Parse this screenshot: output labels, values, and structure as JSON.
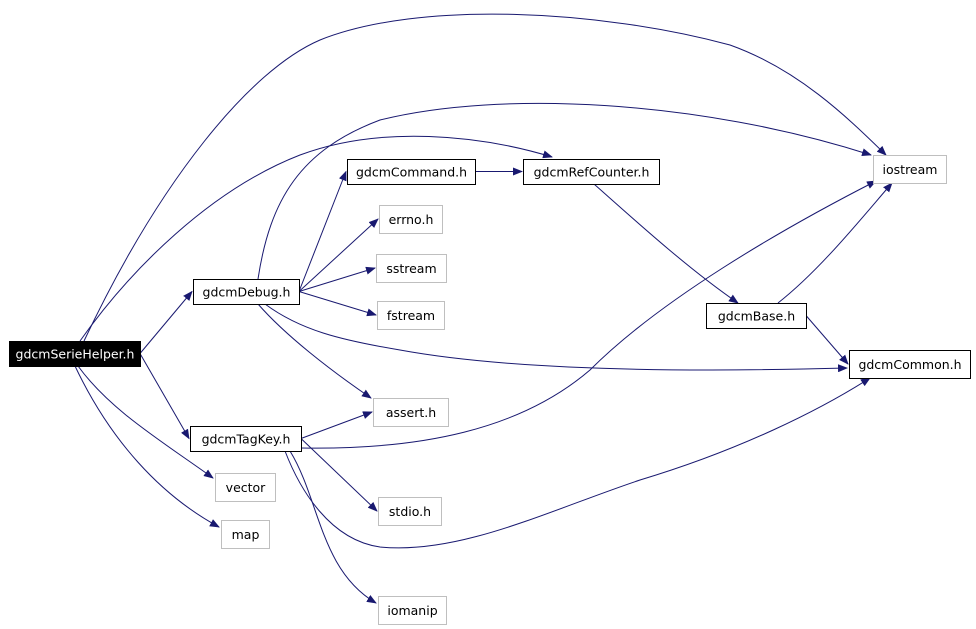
{
  "graph": {
    "edge_color": "#191970",
    "nodes": [
      {
        "id": "gdcmSerieHelper.h",
        "label": "gdcmSerieHelper.h",
        "style": "root"
      },
      {
        "id": "gdcmDebug.h",
        "label": "gdcmDebug.h",
        "style": "file"
      },
      {
        "id": "gdcmTagKey.h",
        "label": "gdcmTagKey.h",
        "style": "file"
      },
      {
        "id": "gdcmCommand.h",
        "label": "gdcmCommand.h",
        "style": "file"
      },
      {
        "id": "gdcmRefCounter.h",
        "label": "gdcmRefCounter.h",
        "style": "file"
      },
      {
        "id": "gdcmBase.h",
        "label": "gdcmBase.h",
        "style": "file"
      },
      {
        "id": "gdcmCommon.h",
        "label": "gdcmCommon.h",
        "style": "file"
      },
      {
        "id": "iostream",
        "label": "iostream",
        "style": "system"
      },
      {
        "id": "errno.h",
        "label": "errno.h",
        "style": "system"
      },
      {
        "id": "sstream",
        "label": "sstream",
        "style": "system"
      },
      {
        "id": "fstream",
        "label": "fstream",
        "style": "system"
      },
      {
        "id": "assert.h",
        "label": "assert.h",
        "style": "system"
      },
      {
        "id": "vector",
        "label": "vector",
        "style": "system"
      },
      {
        "id": "map",
        "label": "map",
        "style": "system"
      },
      {
        "id": "stdio.h",
        "label": "stdio.h",
        "style": "system"
      },
      {
        "id": "iomanip",
        "label": "iomanip",
        "style": "system"
      }
    ],
    "edges": [
      {
        "from": "gdcmSerieHelper.h",
        "to": "gdcmDebug.h"
      },
      {
        "from": "gdcmSerieHelper.h",
        "to": "gdcmTagKey.h"
      },
      {
        "from": "gdcmSerieHelper.h",
        "to": "vector"
      },
      {
        "from": "gdcmSerieHelper.h",
        "to": "map"
      },
      {
        "from": "gdcmSerieHelper.h",
        "to": "iostream"
      },
      {
        "from": "gdcmSerieHelper.h",
        "to": "gdcmRefCounter.h"
      },
      {
        "from": "gdcmDebug.h",
        "to": "gdcmCommand.h"
      },
      {
        "from": "gdcmDebug.h",
        "to": "errno.h"
      },
      {
        "from": "gdcmDebug.h",
        "to": "sstream"
      },
      {
        "from": "gdcmDebug.h",
        "to": "fstream"
      },
      {
        "from": "gdcmDebug.h",
        "to": "assert.h"
      },
      {
        "from": "gdcmDebug.h",
        "to": "gdcmCommon.h"
      },
      {
        "from": "gdcmDebug.h",
        "to": "iostream"
      },
      {
        "from": "gdcmCommand.h",
        "to": "gdcmRefCounter.h"
      },
      {
        "from": "gdcmRefCounter.h",
        "to": "gdcmBase.h"
      },
      {
        "from": "gdcmBase.h",
        "to": "gdcmCommon.h"
      },
      {
        "from": "gdcmBase.h",
        "to": "iostream"
      },
      {
        "from": "gdcmTagKey.h",
        "to": "assert.h"
      },
      {
        "from": "gdcmTagKey.h",
        "to": "stdio.h"
      },
      {
        "from": "gdcmTagKey.h",
        "to": "iomanip"
      },
      {
        "from": "gdcmTagKey.h",
        "to": "iostream"
      },
      {
        "from": "gdcmTagKey.h",
        "to": "gdcmCommon.h"
      }
    ]
  }
}
